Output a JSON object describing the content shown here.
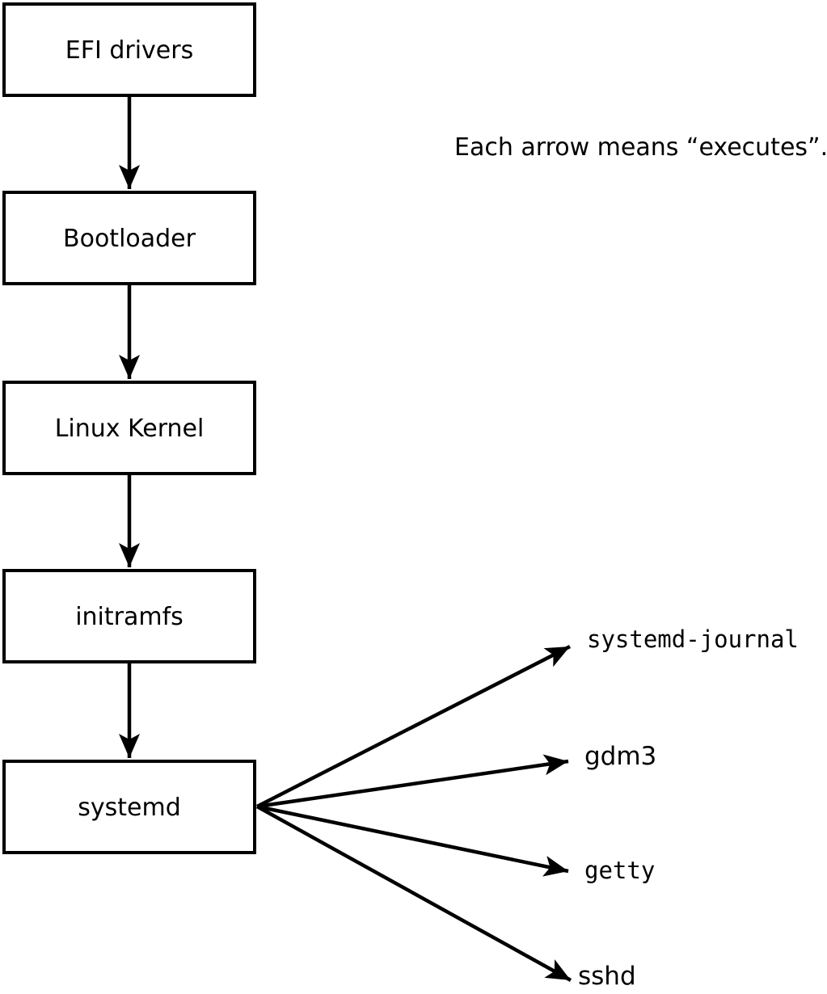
{
  "note": {
    "text": "Each arrow means “executes”."
  },
  "boot_chain": [
    {
      "label": "EFI drivers"
    },
    {
      "label": "Bootloader"
    },
    {
      "label": "Linux Kernel"
    },
    {
      "label": "initramfs"
    },
    {
      "label": "systemd"
    }
  ],
  "services": [
    {
      "label": "systemd-journal"
    },
    {
      "label": "gdm3"
    },
    {
      "label": "getty"
    },
    {
      "label": "sshd"
    }
  ],
  "colors": {
    "foreground": "#000000",
    "background": "#ffffff"
  }
}
